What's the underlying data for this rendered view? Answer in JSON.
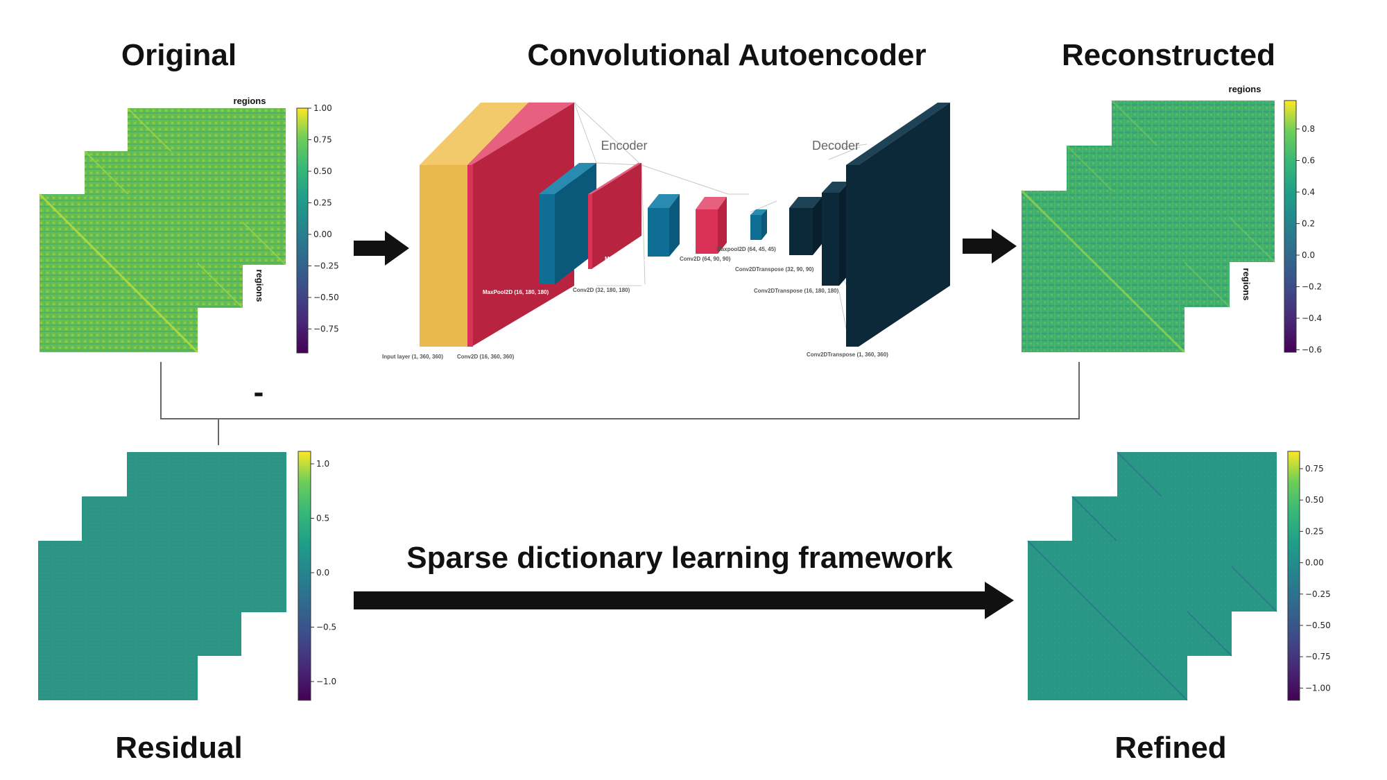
{
  "titles": {
    "original": "Original",
    "autoencoder": "Convolutional Autoencoder",
    "reconstructed": "Reconstructed",
    "residual": "Residual",
    "refined": "Refined"
  },
  "sparse_label": "Sparse dictionary learning framework",
  "minus_sign": "-",
  "axis_labels": {
    "original_top": "regions",
    "original_side": "regions",
    "reconstructed_top": "regions",
    "reconstructed_side": "regions"
  },
  "network": {
    "encoder_label": "Encoder",
    "decoder_label": "Decoder",
    "layers": {
      "input": "Input layer (1, 360, 360)",
      "conv1": "Conv2D (16, 360, 360)",
      "pool1": "MaxPool2D (16, 180, 180)",
      "conv2": "Conv2D (32, 180, 180)",
      "pool2": "Maxpool2D (32, 90, 90)",
      "conv3": "Conv2D (64, 90, 90)",
      "pool3": "Maxpool2D (64, 45, 45)",
      "deconv1": "Conv2DTranspose (32, 90, 90)",
      "deconv2": "Conv2DTranspose (16, 180, 180)",
      "deconv3": "Conv2DTranspose (1, 360, 360)"
    },
    "colors": {
      "input": "#E9B84E",
      "conv": "#DC3157",
      "pool": "#0F6E94",
      "decoder": "#0C2939"
    }
  },
  "colorbars": {
    "original": [
      "1.00",
      "0.75",
      "0.50",
      "0.25",
      "0.00",
      "−0.25",
      "−0.50",
      "−0.75"
    ],
    "reconstructed": [
      "0.8",
      "0.6",
      "0.4",
      "0.2",
      "0.0",
      "−0.2",
      "−0.4",
      "−0.6"
    ],
    "residual": [
      "1.0",
      "0.5",
      "0.0",
      "−0.5",
      "−1.0"
    ],
    "refined": [
      "0.75",
      "0.50",
      "0.25",
      "0.00",
      "−0.25",
      "−0.50",
      "−0.75",
      "−1.00"
    ]
  },
  "colormap": "viridis",
  "colors": {
    "original_matrix": "#6DBE4E",
    "reconstructed_matrix": "#3FAE6E",
    "residual_matrix": "#2B9484",
    "refined_matrix": "#2A9686",
    "arrow": "#111111",
    "connector": "#666666"
  }
}
